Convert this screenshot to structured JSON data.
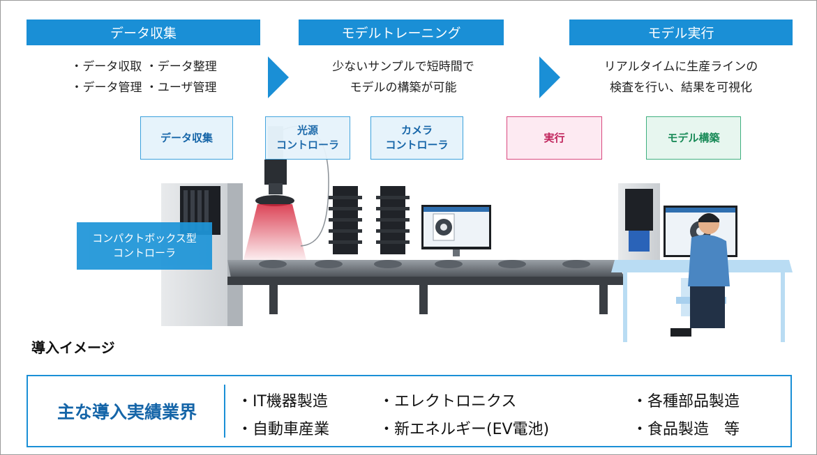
{
  "stages": [
    {
      "title": "データ収集",
      "lines": [
        "・データ収取 ・データ整理",
        "・データ管理 ・ユーザ管理"
      ]
    },
    {
      "title": "モデルトレーニング",
      "lines": [
        "少ないサンプルで短時間で",
        "モデルの構築が可能"
      ]
    },
    {
      "title": "モデル実行",
      "lines": [
        "リアルタイムに生産ラインの",
        "検査を行い、結果を可視化"
      ]
    }
  ],
  "function_boxes": [
    {
      "line1": "データ収集",
      "line2": ""
    },
    {
      "line1": "光源",
      "line2": "コントローラ"
    },
    {
      "line1": "カメラ",
      "line2": "コントローラ"
    },
    {
      "line1": "実行",
      "line2": ""
    },
    {
      "line1": "モデル構築",
      "line2": ""
    }
  ],
  "compact_controller": {
    "line1": "コンパクトボックス型",
    "line2": "コントローラ"
  },
  "intro_title": "導入イメージ",
  "industries": {
    "title": "主な導入実績業界",
    "items": [
      "・IT機器製造",
      "・エレクトロニクス",
      "・各種部品製造",
      "・自動車産業",
      "・新エネルギー(EV電池)",
      "・食品製造　等"
    ]
  },
  "colors": {
    "accent": "#1a8fd6",
    "pink": "#d9487e",
    "green": "#3fb07f"
  }
}
